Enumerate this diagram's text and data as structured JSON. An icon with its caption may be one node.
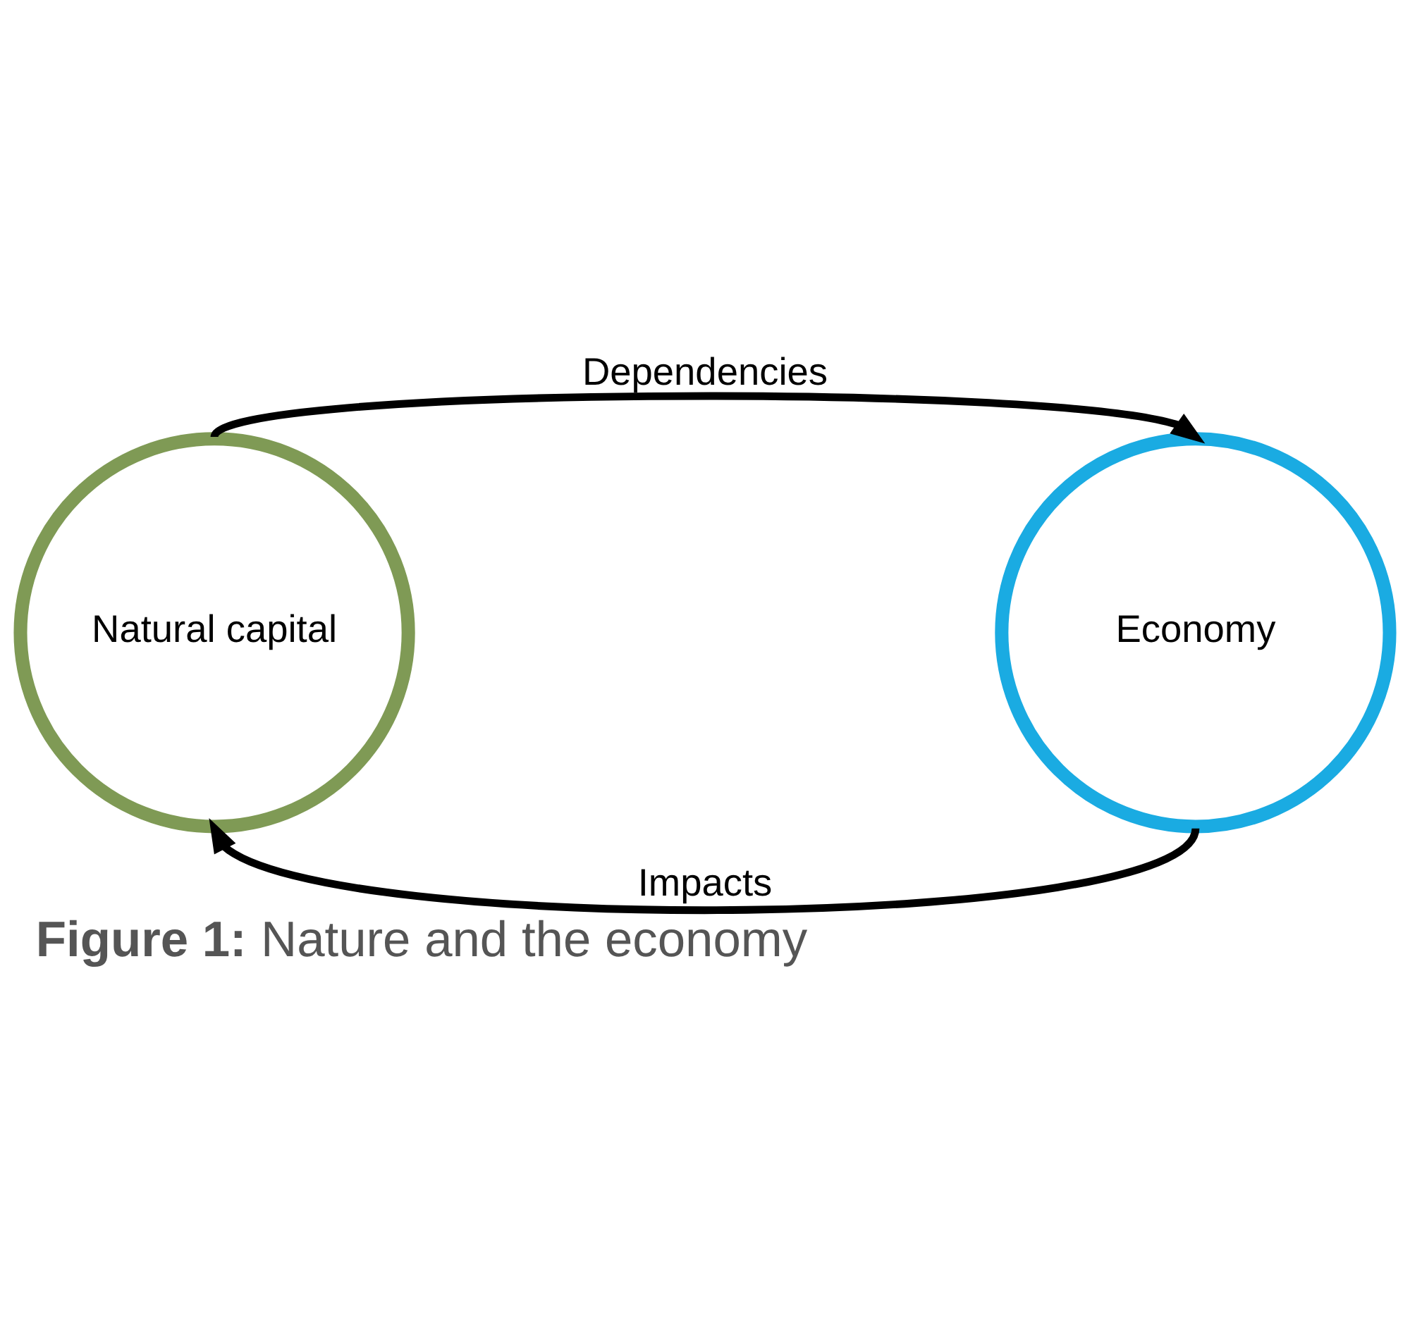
{
  "diagram": {
    "caption": "**Figure 1:** Nature and the economy",
    "nodes": [
      {
        "text": [
          "Natural capital"
        ]
      },
      {
        "text": [
          "Economy"
        ]
      }
    ],
    "edges": [
      {
        "from": 0,
        "to": 1,
        "arrow": "to",
        "label": "Dependencies"
      },
      {
        "from": 1,
        "to": 0,
        "arrow": "to",
        "label": "Impacts"
      }
    ]
  }
}
